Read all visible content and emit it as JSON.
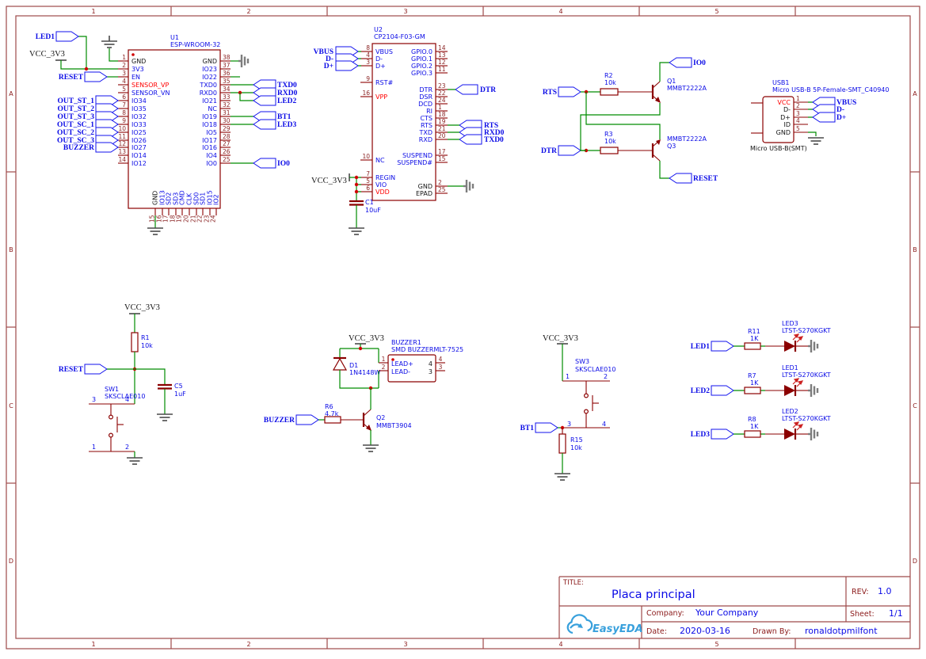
{
  "sheet": {
    "zones_top": [
      "1",
      "2",
      "3",
      "4",
      "5"
    ],
    "zones_bottom": [
      "1",
      "2",
      "3",
      "4",
      "5"
    ],
    "zones_left": [
      "A",
      "B",
      "C",
      "D"
    ],
    "zones_right": [
      "A",
      "B",
      "C",
      "D"
    ]
  },
  "colors": {
    "wire": "#008C00",
    "component": "#8B0000",
    "net_blue": "#0A0AE6",
    "special_red": "#FF0000",
    "frame": "#9E4A4A",
    "junction": "#D00000",
    "logo": "#38A0DC"
  },
  "title_block": {
    "title_label": "TITLE:",
    "title": "Placa principal",
    "rev_label": "REV:",
    "rev": "1.0",
    "company_label": "Company:",
    "company": "Your Company",
    "sheet_label": "Sheet:",
    "sheet": "1/1",
    "date_label": "Date:",
    "date": "2020-03-16",
    "drawn_label": "Drawn By:",
    "drawn_by": "ronaldotpmilfont",
    "logo_text": "EasyEDA"
  },
  "nets": {
    "led1": "LED1",
    "led2": "LED2",
    "led3": "LED3",
    "reset": "RESET",
    "out_st_1": "OUT_ST_1",
    "out_st_2": "OUT_ST_2",
    "out_st_3": "OUT_ST_3",
    "out_sc_1": "OUT_SC_1",
    "out_sc_2": "OUT_SC_2",
    "out_sc_3": "OUT_SC_3",
    "buzzer": "BUZZER",
    "txd0": "TXD0",
    "rxd0": "RXD0",
    "bt1": "BT1",
    "io0": "IO0",
    "vbus": "VBUS",
    "dm": "D-",
    "dp": "D+",
    "dtr": "DTR",
    "rts": "RTS",
    "vcc": "VCC_3V3"
  },
  "u1": {
    "ref": "U1",
    "part": "ESP-WROOM-32",
    "left_pins": [
      {
        "n": "1",
        "name": "GND",
        "c": "k"
      },
      {
        "n": "2",
        "name": "3V3",
        "c": "b"
      },
      {
        "n": "3",
        "name": "EN",
        "c": "b"
      },
      {
        "n": "4",
        "name": "SENSOR_VP",
        "c": "r",
        "nr": true
      },
      {
        "n": "5",
        "name": "SENSOR_VN",
        "c": "b",
        "nr": true
      },
      {
        "n": "6",
        "name": "IO34",
        "c": "b"
      },
      {
        "n": "7",
        "name": "IO35",
        "c": "b"
      },
      {
        "n": "8",
        "name": "IO32",
        "c": "b"
      },
      {
        "n": "9",
        "name": "IO33",
        "c": "b"
      },
      {
        "n": "10",
        "name": "IO25",
        "c": "b"
      },
      {
        "n": "11",
        "name": "IO26",
        "c": "b"
      },
      {
        "n": "12",
        "name": "IO27",
        "c": "b"
      },
      {
        "n": "13",
        "name": "IO14",
        "c": "b"
      },
      {
        "n": "14",
        "name": "IO12",
        "c": "b"
      }
    ],
    "right_pins": [
      {
        "n": "38",
        "name": "GND",
        "c": "k"
      },
      {
        "n": "37",
        "name": "IO23",
        "c": "b"
      },
      {
        "n": "36",
        "name": "IO22",
        "c": "b"
      },
      {
        "n": "35",
        "name": "TXD0",
        "c": "b"
      },
      {
        "n": "34",
        "name": "RXD0",
        "c": "b"
      },
      {
        "n": "33",
        "name": "IO21",
        "c": "b"
      },
      {
        "n": "32",
        "name": "NC",
        "c": "b"
      },
      {
        "n": "31",
        "name": "IO19",
        "c": "b"
      },
      {
        "n": "30",
        "name": "IO18",
        "c": "b"
      },
      {
        "n": "29",
        "name": "IO5",
        "c": "b"
      },
      {
        "n": "28",
        "name": "IO17",
        "c": "b"
      },
      {
        "n": "27",
        "name": "IO16",
        "c": "b"
      },
      {
        "n": "26",
        "name": "IO4",
        "c": "b"
      },
      {
        "n": "25",
        "name": "IO0",
        "c": "b"
      }
    ],
    "bottom_pins": [
      {
        "n": "15",
        "name": "GND",
        "c": "k"
      },
      {
        "n": "16",
        "name": "IO13",
        "c": "b"
      },
      {
        "n": "17",
        "name": "SD2",
        "c": "b"
      },
      {
        "n": "18",
        "name": "SD3",
        "c": "b"
      },
      {
        "n": "19",
        "name": "CMD",
        "c": "b"
      },
      {
        "n": "20",
        "name": "CLK",
        "c": "b"
      },
      {
        "n": "21",
        "name": "SD0",
        "c": "b"
      },
      {
        "n": "22",
        "name": "SD1",
        "c": "b"
      },
      {
        "n": "23",
        "name": "IO15",
        "c": "b"
      },
      {
        "n": "24",
        "name": "IO2",
        "c": "b"
      }
    ]
  },
  "u2": {
    "ref": "U2",
    "part": "CP2104-F03-GM",
    "left_pins": [
      {
        "n": "8",
        "name": "VBUS",
        "c": "b"
      },
      {
        "n": "4",
        "name": "D-",
        "c": "b"
      },
      {
        "n": "3",
        "name": "D+",
        "c": "b"
      },
      {
        "n": "9",
        "name": "RST#",
        "c": "b"
      },
      {
        "n": "16",
        "name": "VPP",
        "c": "r",
        "nr": true
      },
      {
        "n": "10",
        "name": "NC",
        "c": "b"
      },
      {
        "n": "7",
        "name": "REGIN",
        "c": "b"
      },
      {
        "n": "5",
        "name": "VIO",
        "c": "b"
      },
      {
        "n": "6",
        "name": "VDD",
        "c": "r"
      }
    ],
    "right_pins": [
      {
        "n": "14",
        "name": "GPIO.0",
        "c": "b"
      },
      {
        "n": "13",
        "name": "GPIO.1",
        "c": "b"
      },
      {
        "n": "12",
        "name": "GPIO.2",
        "c": "b"
      },
      {
        "n": "11",
        "name": "GPIO.3",
        "c": "b"
      },
      {
        "n": "23",
        "name": "DTR",
        "c": "b"
      },
      {
        "n": "22",
        "name": "DSR",
        "c": "b"
      },
      {
        "n": "24",
        "name": "DCD",
        "c": "b"
      },
      {
        "n": "1",
        "name": "RI",
        "c": "b"
      },
      {
        "n": "18",
        "name": "CTS",
        "c": "b"
      },
      {
        "n": "19",
        "name": "RTS",
        "c": "b"
      },
      {
        "n": "21",
        "name": "TXD",
        "c": "b"
      },
      {
        "n": "20",
        "name": "RXD",
        "c": "b"
      },
      {
        "n": "17",
        "name": "SUSPEND",
        "c": "b"
      },
      {
        "n": "15",
        "name": "SUSPEND#",
        "c": "b"
      },
      {
        "n": "2",
        "name": "GND",
        "c": "k"
      },
      {
        "n": "25",
        "name": "EPAD",
        "c": "k"
      }
    ]
  },
  "usb1": {
    "ref": "USB1",
    "part": "Micro USB-B 5P-Female-SMT_C40940",
    "footprint": "Micro USB-B(SMT)",
    "pins": [
      {
        "n": "1",
        "name": "VCC",
        "c": "r"
      },
      {
        "n": "2",
        "name": "D-",
        "c": "k"
      },
      {
        "n": "3",
        "name": "D+",
        "c": "k"
      },
      {
        "n": "4",
        "name": "ID",
        "c": "k"
      },
      {
        "n": "5",
        "name": "GND",
        "c": "k"
      }
    ]
  },
  "components": {
    "r1": {
      "ref": "R1",
      "value": "10k"
    },
    "r2": {
      "ref": "R2",
      "value": "10k"
    },
    "r3": {
      "ref": "R3",
      "value": "10k"
    },
    "r6": {
      "ref": "R6",
      "value": "4.7k"
    },
    "r7": {
      "ref": "R7",
      "value": "1K"
    },
    "r8": {
      "ref": "R8",
      "value": "1K"
    },
    "r11": {
      "ref": "R11",
      "value": "1K"
    },
    "r15": {
      "ref": "R15",
      "value": "10k"
    },
    "c1": {
      "ref": "C1",
      "value": "10uF"
    },
    "c5": {
      "ref": "C5",
      "value": "1uF"
    },
    "q1": {
      "ref": "Q1",
      "part": "MMBT2222A"
    },
    "q3": {
      "ref": "Q3",
      "part": "MMBT2222A"
    },
    "q2": {
      "ref": "Q2",
      "part": "MMBT3904"
    },
    "d1": {
      "ref": "D1",
      "part": "1N4148W"
    },
    "buzzer1": {
      "ref": "BUZZER1",
      "part": "SMD BUZZERMLT-7525",
      "lead_pos": "LEAD+",
      "lead_neg": "LEAD-",
      "pname4": "4",
      "pname3": "3",
      "num1": "1",
      "num2": "2",
      "num4": "4",
      "num3": "3"
    },
    "sw1": {
      "ref": "SW1",
      "part": "SKSCLAE010",
      "p_tl": "3",
      "p_tr": "4",
      "p_bl": "1",
      "p_br": "2"
    },
    "sw3": {
      "ref": "SW3",
      "part": "SKSCLAE010",
      "p_tl": "1",
      "p_tr": "2",
      "p_bl": "3",
      "p_br": "4"
    },
    "led_row1": {
      "r_ref": "R11",
      "r_val": "1K",
      "d_ref": "LED3",
      "d_part": "LTST-S270KGKT"
    },
    "led_row2": {
      "r_ref": "R7",
      "r_val": "1K",
      "d_ref": "LED1",
      "d_part": "LTST-S270KGKT"
    },
    "led_row3": {
      "r_ref": "R8",
      "r_val": "1K",
      "d_ref": "LED2",
      "d_part": "LTST-S270KGKT"
    }
  }
}
